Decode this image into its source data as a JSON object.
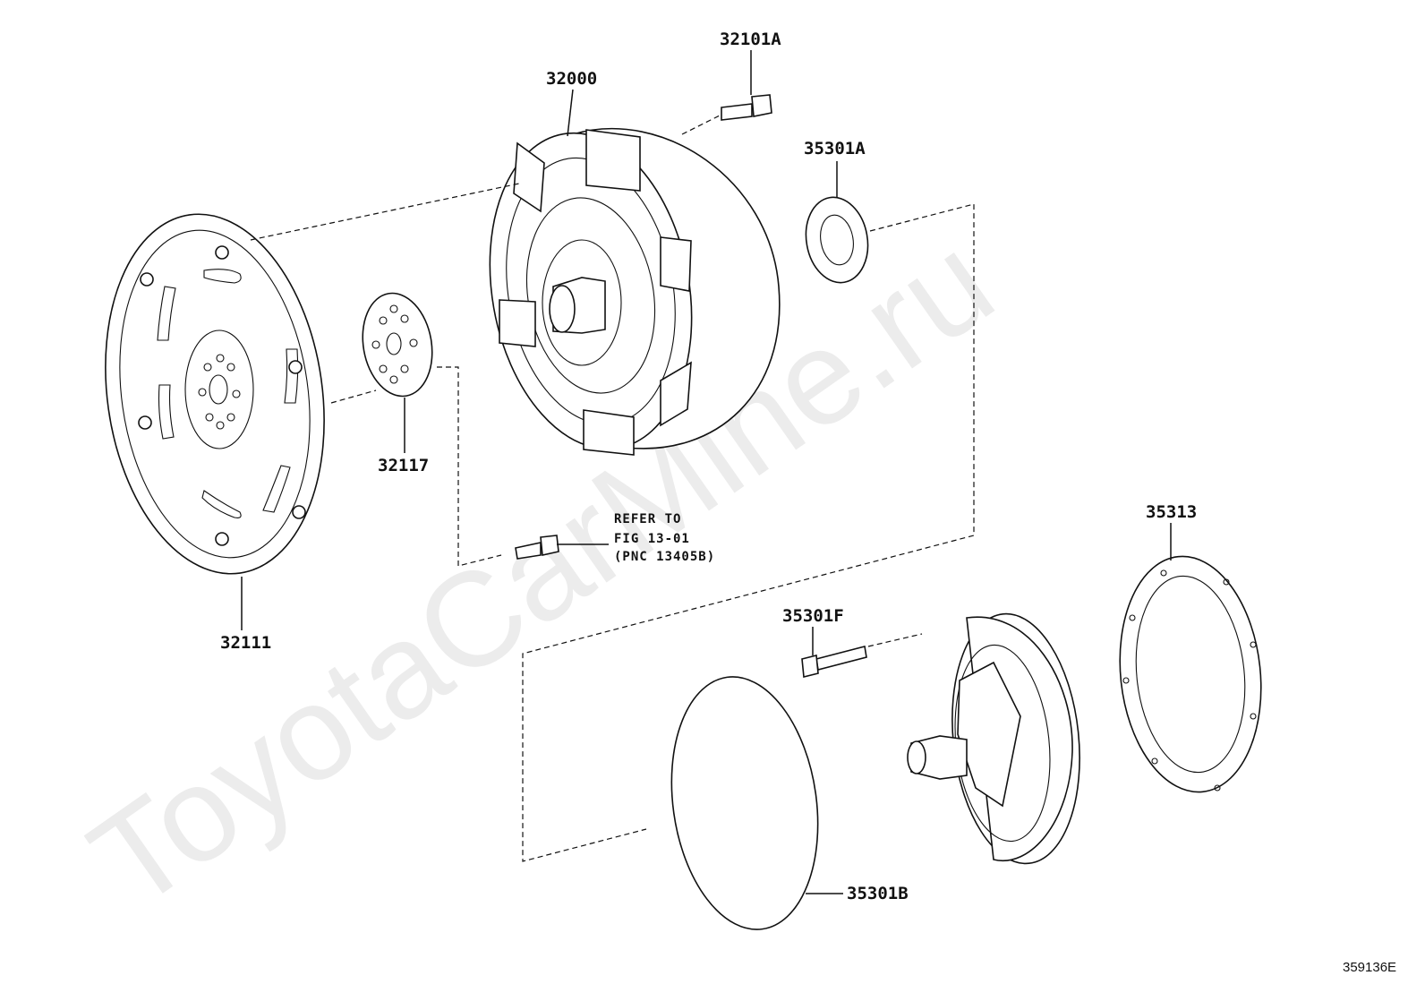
{
  "watermark": "ToyotaCarMine.ru",
  "reference_id": "359136E",
  "note": {
    "line1": "REFER TO",
    "line2": "FIG 13-01",
    "line3": "(PNC 13405B)"
  },
  "callouts": {
    "p32101A": "32101A",
    "p32000": "32000",
    "p35301A": "35301A",
    "p32117": "32117",
    "p32111": "32111",
    "p35313": "35313",
    "p35301F": "35301F",
    "p35301B": "35301B"
  }
}
